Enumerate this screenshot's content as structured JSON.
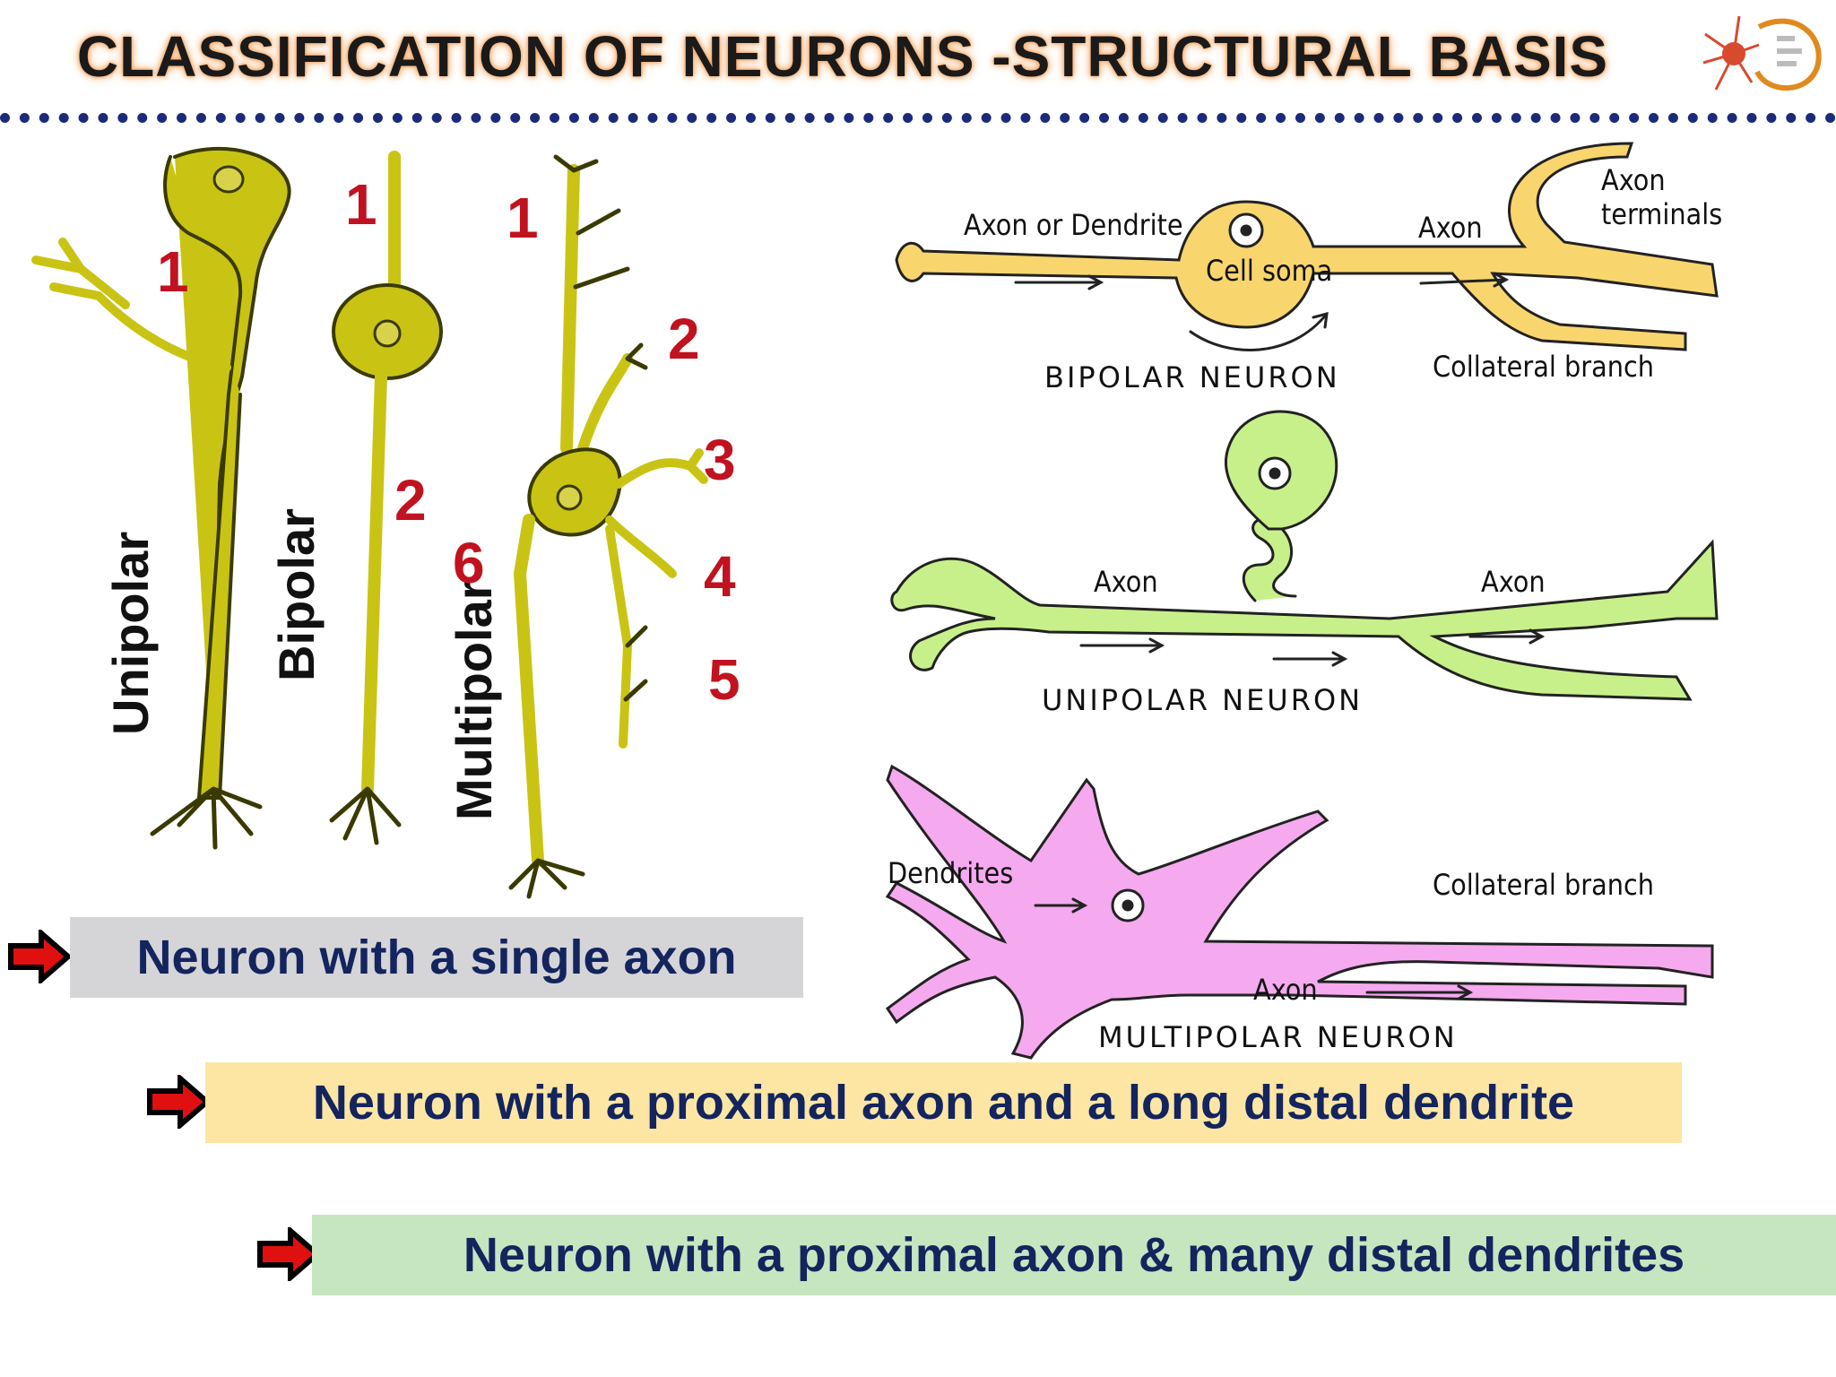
{
  "title": "CLASSIFICATION OF NEURONS -STRUCTURAL BASIS",
  "left_diagram": {
    "vertical_labels": [
      "Unipolar",
      "Bipolar",
      "Multipolar"
    ],
    "unipolar_numbers": [
      "1"
    ],
    "bipolar_numbers": [
      "1",
      "2"
    ],
    "multipolar_numbers": [
      "1",
      "2",
      "3",
      "4",
      "5",
      "6"
    ],
    "color": "#c9c414"
  },
  "bipolar_neuron": {
    "caption": "BIPOLAR NEURON",
    "labels": {
      "axon_or_dendrite": "Axon or Dendrite",
      "cell_soma": "Cell soma",
      "axon": "Axon",
      "axon_terminals_1": "Axon",
      "axon_terminals_2": "terminals",
      "collateral_branch": "Collateral branch"
    },
    "color": "#f9d56e"
  },
  "unipolar_neuron": {
    "caption": "UNIPOLAR NEURON",
    "labels": {
      "axon_left": "Axon",
      "axon_right": "Axon"
    },
    "color": "#c8f08a"
  },
  "multipolar_neuron": {
    "caption": "MULTIPOLAR NEURON",
    "labels": {
      "dendrites": "Dendrites",
      "collateral_branch": "Collateral branch",
      "axon": "Axon"
    },
    "color": "#f5a9ee"
  },
  "boxes": [
    {
      "text": "Neuron with a single axon",
      "color": "#d5d5d8"
    },
    {
      "text": "Neuron with a proximal axon and a long distal dendrite",
      "color": "#fde6a4"
    },
    {
      "text": "Neuron with a proximal axon & many distal dendrites",
      "color": "#c6e6bf"
    }
  ],
  "arrow_icon": {
    "fill": "#e01010",
    "outline": "#000000"
  }
}
